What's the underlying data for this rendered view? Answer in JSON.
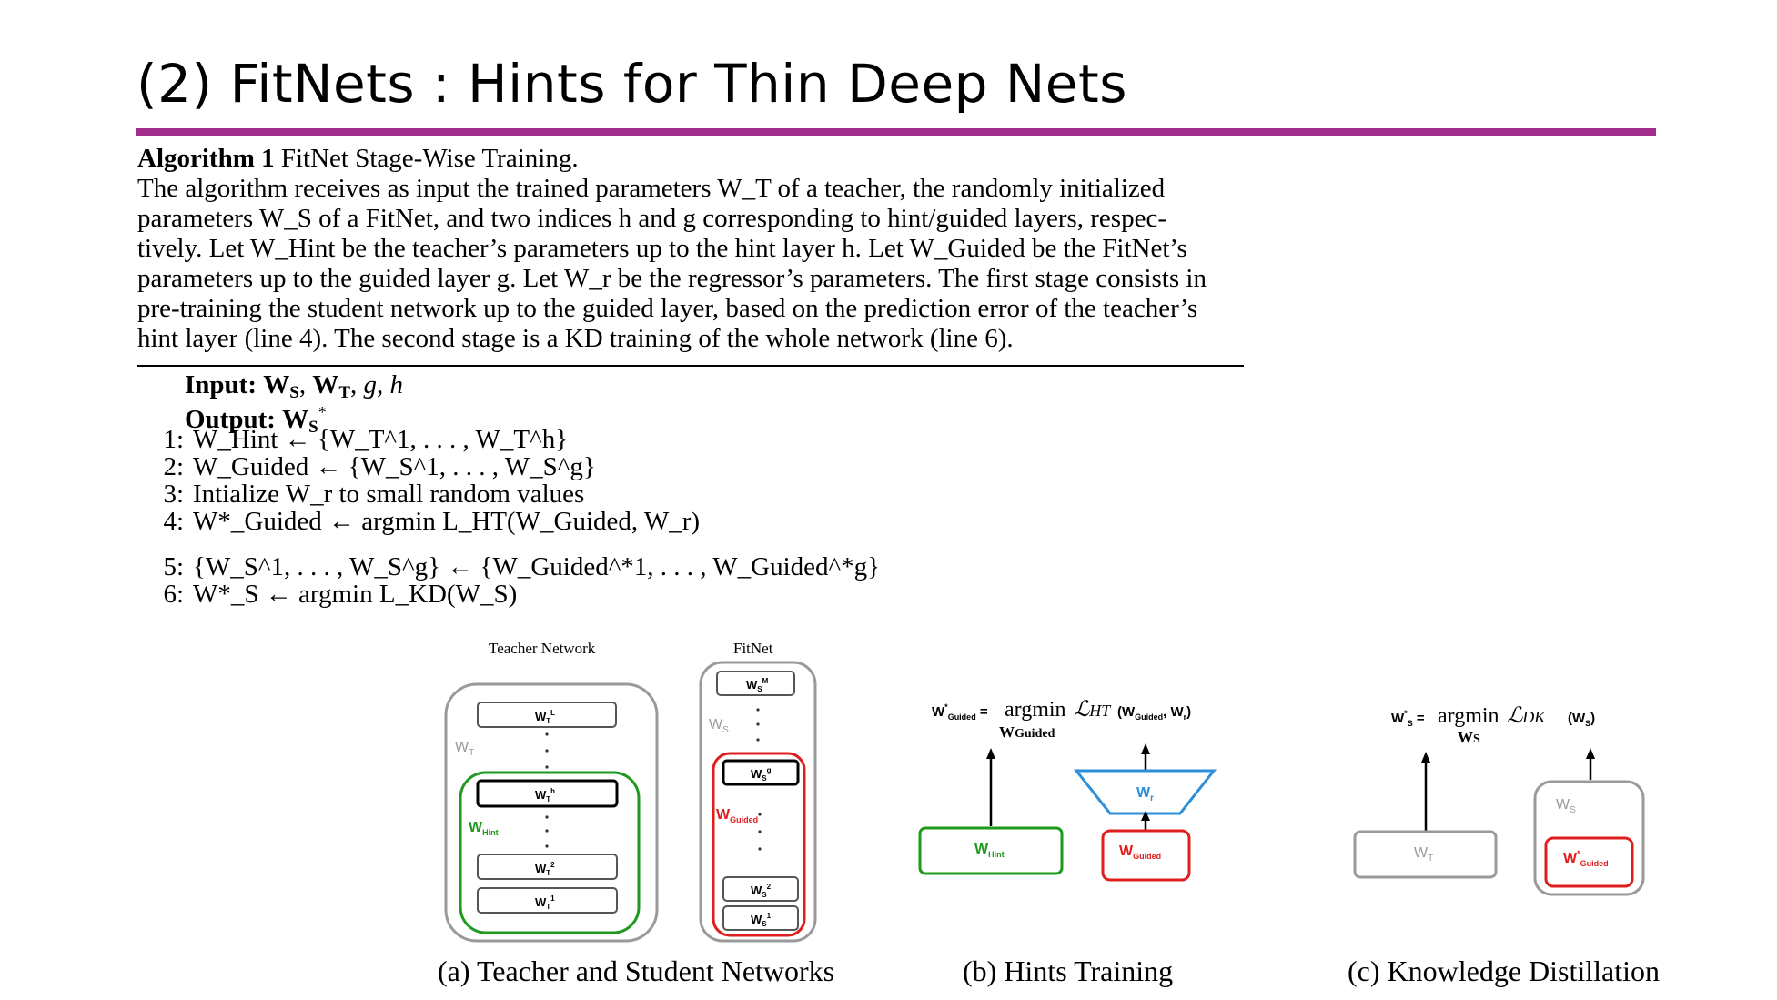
{
  "slide": {
    "title": "(2) FitNets : Hints for Thin Deep Nets"
  },
  "algorithm": {
    "heading": "Algorithm 1",
    "name": "FitNet Stage-Wise Training.",
    "description": [
      "The algorithm receives as input the trained parameters W_T of a teacher, the randomly initialized",
      "parameters W_S of a FitNet, and two indices h and g corresponding to hint/guided layers, respec-",
      "tively. Let W_Hint be the teacher’s parameters up to the hint layer h. Let W_Guided be the FitNet’s",
      "parameters up to the guided layer g. Let W_r be the regressor’s parameters. The first stage consists in",
      "pre-training the student network up to the guided layer, based on the prediction error of the teacher’s",
      "hint layer (line 4). The second stage is a KD training of the whole network (line 6)."
    ],
    "input_label": "Input:",
    "output_label": "Output:",
    "steps": [
      {
        "num": "1:",
        "text": "W_Hint ← {W_T^1, . . . , W_T^h}"
      },
      {
        "num": "2:",
        "text": "W_Guided ← {W_S^1, . . . , W_S^g}"
      },
      {
        "num": "3:",
        "text": "Intialize W_r to small random values"
      },
      {
        "num": "4:",
        "text": "W*_Guided ← argmin L_HT(W_Guided, W_r)"
      },
      {
        "num": "5:",
        "text": "{W_S^1, . . . , W_S^g} ← {W_Guided^*1, . . . , W_Guided^*g}"
      },
      {
        "num": "6:",
        "text": "W*_S ← argmin L_KD(W_S)"
      }
    ]
  },
  "figure": {
    "teacher_title": "Teacher Network",
    "fitnet_title": "FitNet",
    "captions": {
      "a": "(a) Teacher and Student Networks",
      "b": "(b) Hints Training",
      "c": "(c) Knowledge Distillation"
    }
  },
  "colors": {
    "accent": "#a12d8a",
    "hint_green": "#1e9a1e",
    "guided_red": "#e01e1e",
    "regressor_blue": "#2e8fd8",
    "grey_box": "#9a9a9a"
  }
}
